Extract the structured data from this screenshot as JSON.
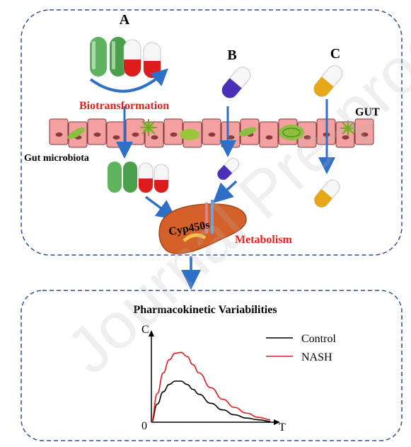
{
  "labels": {
    "a": "A",
    "b": "B",
    "c": "C",
    "biotransformation": "Biotransformation",
    "gut": "GUT",
    "gut_microbiota": "Gut microbiota",
    "cyp450s": "Cyp450s",
    "metabolism": "Metabolism"
  },
  "watermark": "Journal Pre-proof",
  "colors": {
    "frame": "#2f4f8f",
    "arrow": "#2e6fc7",
    "red_label": "#e81e1e",
    "liver": "#d4602a",
    "gut_cell": "#f4a0a0",
    "drug_green": "#5fb35f",
    "drug_red": "#dd1c1c",
    "drug_purple": "#4b2fb8",
    "drug_yellow": "#e8a716",
    "control_line": "#000000",
    "nash_line": "#e01b1b"
  },
  "chart_data": {
    "type": "line",
    "title": "Pharmacokinetic Variabilities",
    "xlabel": "T",
    "ylabel": "C",
    "origin_label": "0",
    "series": [
      {
        "name": "Control",
        "color": "#000000",
        "x": [
          0,
          0.5,
          1,
          1.5,
          2,
          2.5,
          3,
          3.5,
          4,
          5,
          6,
          7,
          8,
          9,
          10
        ],
        "y": [
          0,
          2.2,
          3.7,
          4.6,
          5.0,
          5.0,
          4.6,
          4.0,
          3.4,
          2.3,
          1.5,
          0.9,
          0.5,
          0.3,
          0.1
        ]
      },
      {
        "name": "NASH",
        "color": "#e01b1b",
        "x": [
          0,
          0.5,
          1,
          1.5,
          2,
          2.5,
          3,
          3.5,
          4,
          5,
          6,
          7,
          8,
          9,
          10
        ],
        "y": [
          0,
          3.5,
          6.0,
          7.6,
          8.4,
          8.5,
          8.0,
          7.0,
          6.0,
          4.2,
          2.8,
          1.8,
          1.1,
          0.6,
          0.3
        ]
      }
    ],
    "xlim": [
      0,
      10
    ],
    "ylim": [
      0,
      10
    ],
    "legend": "top-right"
  }
}
